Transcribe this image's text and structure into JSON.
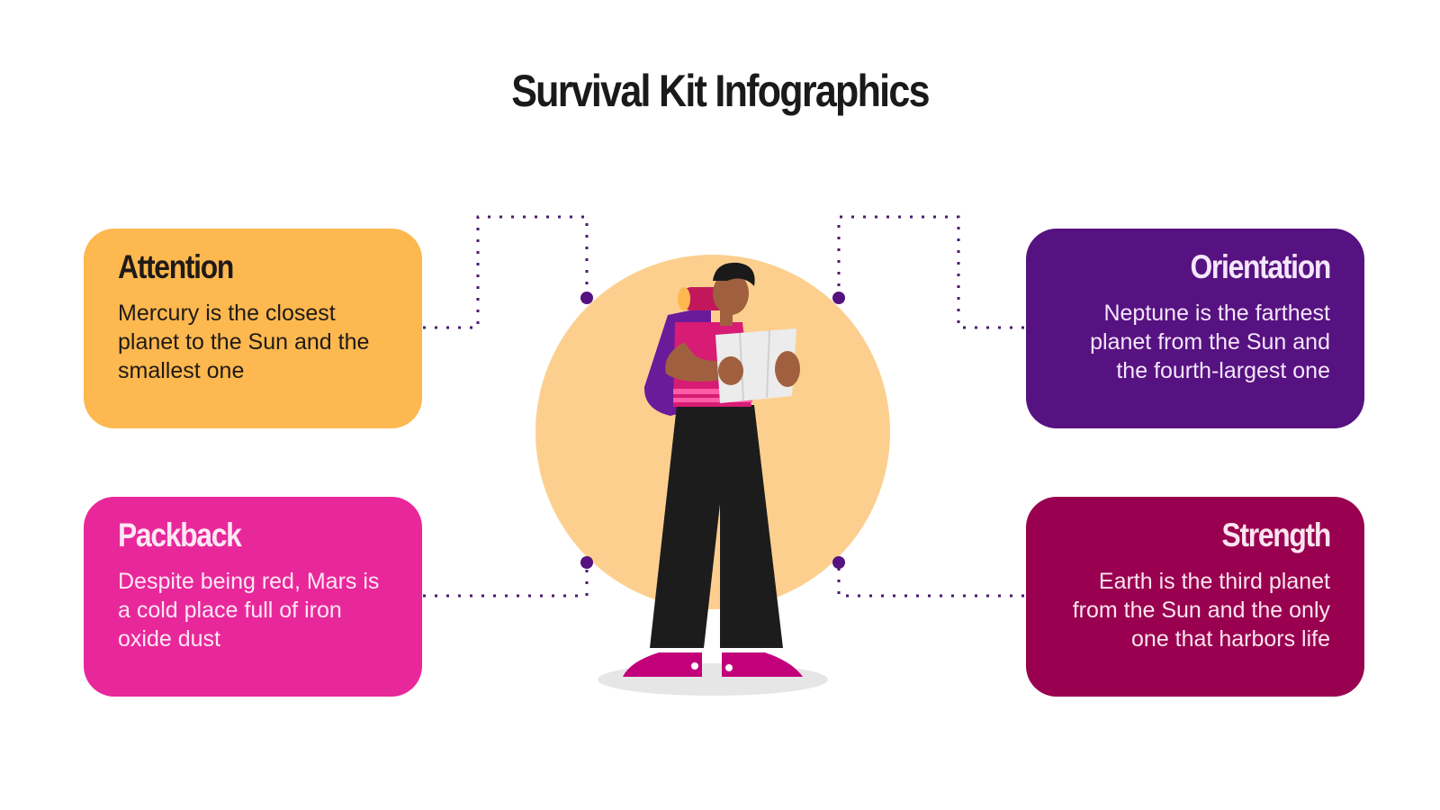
{
  "title": "Survival Kit Infographics",
  "colors": {
    "attention": "#fdb84f",
    "packback": "#e8289a",
    "orientation": "#561280",
    "strength": "#99004f",
    "connector": "#4a1a6e",
    "circle": "#fccf8f"
  },
  "cards": [
    {
      "id": "attention",
      "heading": "Attention",
      "text": "Mercury is the closest planet to the Sun and the smallest one"
    },
    {
      "id": "orientation",
      "heading": "Orientation",
      "text": "Neptune is the farthest planet from the Sun and the fourth-largest one"
    },
    {
      "id": "packback",
      "heading": "Packback",
      "text": "Despite being red, Mars is a cold place full of iron oxide dust"
    },
    {
      "id": "strength",
      "heading": "Strength",
      "text": "Earth is the third planet from the Sun and the only one that harbors life"
    }
  ],
  "illustration": {
    "subject": "traveler-with-backpack-reading-map"
  }
}
